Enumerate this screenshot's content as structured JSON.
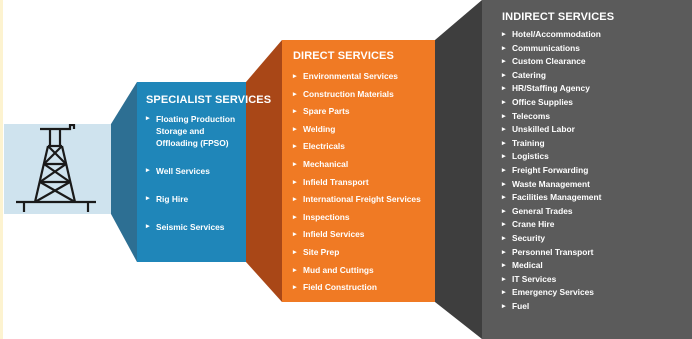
{
  "colors": {
    "rig_background": "#cfe3ee",
    "specialist": "#1f86b9",
    "direct": "#f07a24",
    "indirect": "#5b5b5b"
  },
  "rig": {
    "icon": "oil-rig-icon"
  },
  "specialist": {
    "title": "SPECIALIST SERVICES",
    "items": [
      "Floating Production Storage and Offloading (FPSO)",
      "Well Services",
      "Rig Hire",
      "Seismic Services"
    ]
  },
  "direct": {
    "title": "DIRECT SERVICES",
    "items": [
      "Environmental Services",
      "Construction Materials",
      "Spare Parts",
      "Welding",
      "Electricals",
      "Mechanical",
      "Infield Transport",
      "International Freight Services",
      "Inspections",
      "Infield Services",
      "Site Prep",
      "Mud and Cuttings",
      "Field Construction"
    ]
  },
  "indirect": {
    "title": "INDIRECT SERVICES",
    "items": [
      "Hotel/Accommodation",
      "Communications",
      "Custom Clearance",
      "Catering",
      "HR/Staffing Agency",
      "Office Supplies",
      "Telecoms",
      "Unskilled Labor",
      "Training",
      "Logistics",
      "Freight Forwarding",
      "Waste Management",
      "Facilities Management",
      "General Trades",
      "Crane Hire",
      "Security",
      "Personnel Transport",
      "Medical",
      "IT Services",
      "Emergency Services",
      "Fuel"
    ]
  }
}
